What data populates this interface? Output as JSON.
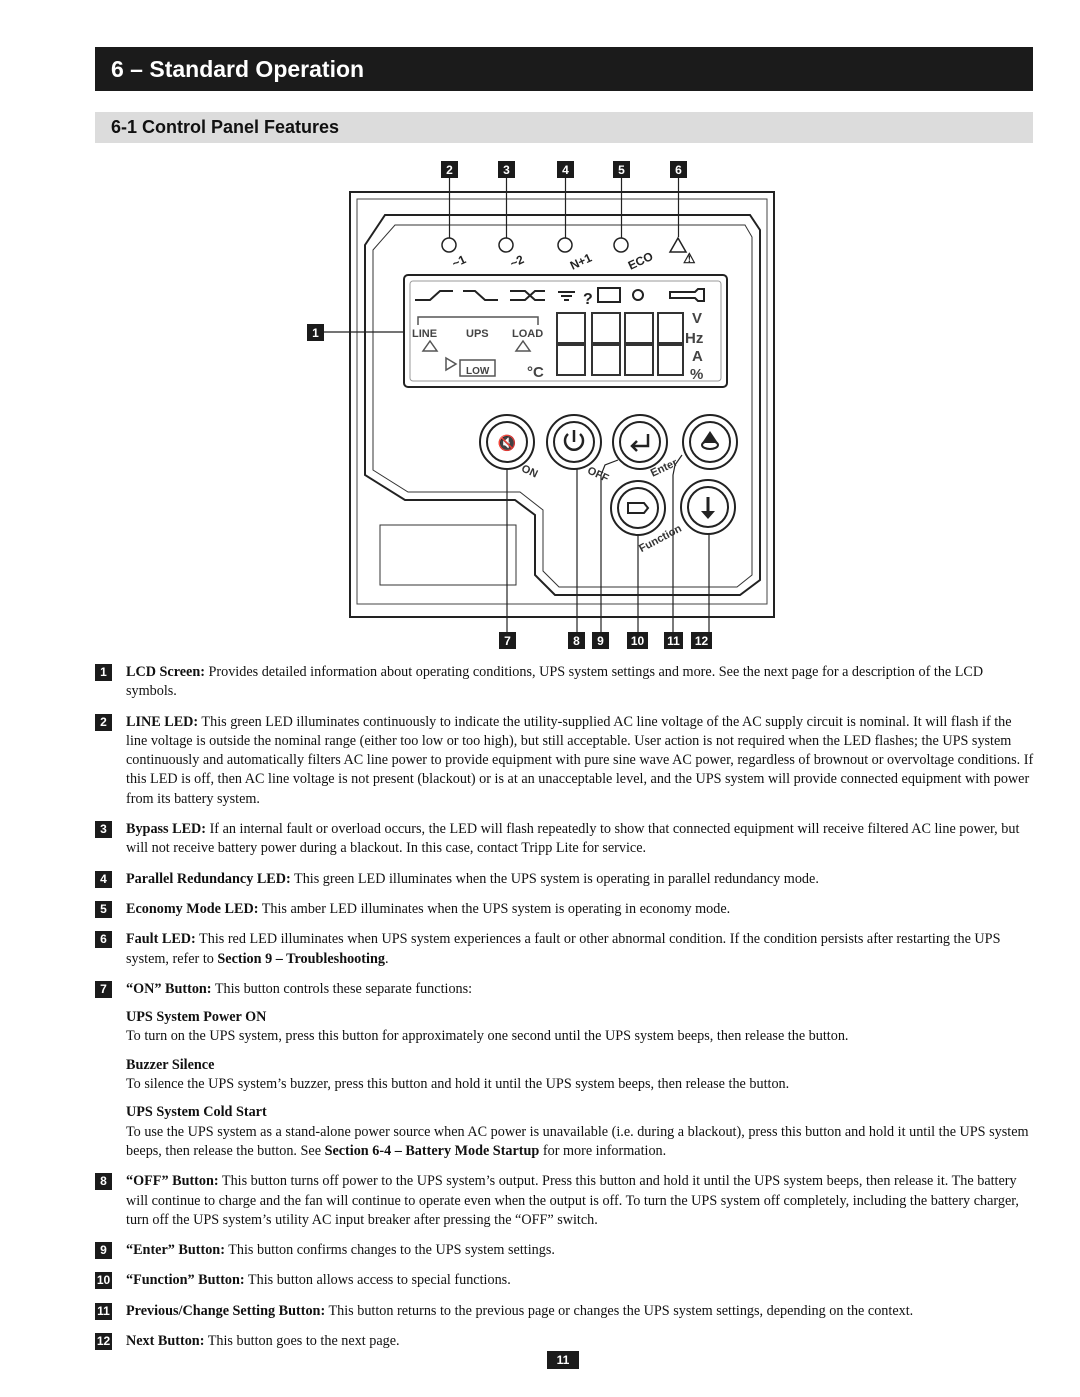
{
  "section_title": "6 – Standard Operation",
  "subsection_title": "6-1 Control Panel Features",
  "diagram": {
    "callouts_top": [
      "2",
      "3",
      "4",
      "5",
      "6"
    ],
    "callout_left": "1",
    "callouts_bottom": [
      "7",
      "8",
      "9",
      "10",
      "11",
      "12"
    ],
    "led_labels": [
      "1",
      "2",
      "N+1",
      "ECO"
    ],
    "lcd": {
      "line": "LINE",
      "ups": "UPS",
      "load": "LOAD",
      "low": "LOW",
      "temp": "°C",
      "units": [
        "V",
        "Hz",
        "A",
        "%"
      ]
    },
    "button_labels": {
      "on": "ON",
      "off": "OFF",
      "enter": "Enter",
      "function": "Function"
    }
  },
  "items": [
    {
      "num": "1",
      "bold": "LCD Screen:",
      "text": " Provides detailed information about operating conditions, UPS system settings and more. See the next page for a description of the LCD symbols."
    },
    {
      "num": "2",
      "bold": "LINE LED:",
      "text": " This green LED illuminates continuously to indicate the utility-supplied AC line voltage of the AC supply circuit is nominal. It will flash if the line voltage is outside the nominal range (either too low or too high), but still acceptable. User action is not required when the LED flashes; the UPS system continuously and automatically filters AC line power to provide equipment with pure sine wave AC power, regardless of brownout or overvoltage conditions. If this LED is off, then AC line voltage is not present (blackout) or is at an unacceptable level, and the UPS system will provide connected equipment with power from its battery system."
    },
    {
      "num": "3",
      "bold": "Bypass LED:",
      "text": " If an internal fault or overload occurs, the LED will flash repeatedly to show that connected equipment will receive filtered AC line power, but will not receive battery power during a blackout. In this case, contact Tripp Lite for service."
    },
    {
      "num": "4",
      "bold": "Parallel Redundancy LED:",
      "text": " This green LED illuminates when the UPS system is operating in parallel redundancy mode."
    },
    {
      "num": "5",
      "bold": "Economy Mode LED:",
      "text": " This amber LED illuminates when the UPS system is operating in economy mode."
    },
    {
      "num": "6",
      "bold": "Fault LED:",
      "text": " This red LED illuminates when UPS system experiences a fault or other abnormal condition. If the condition persists after restarting the UPS system, refer to ",
      "bold2": "Section 9 – Troubleshooting",
      "text2": "."
    },
    {
      "num": "7",
      "bold": "“ON” Button:",
      "text": " This button controls these separate functions:"
    },
    {
      "num": "8",
      "bold": "“OFF” Button:",
      "text": " This button turns off power to the UPS system’s output. Press this button and hold it until the UPS system beeps, then release it. The battery will continue to charge and the fan will continue to operate even when the output is off. To turn the UPS system off completely, including the battery charger, turn off the UPS system’s utility AC input breaker after pressing the “OFF” switch."
    },
    {
      "num": "9",
      "bold": "“Enter” Button:",
      "text": " This button confirms changes to the UPS system settings."
    },
    {
      "num": "10",
      "bold": "“Function” Button:",
      "text": " This button allows access to special functions."
    },
    {
      "num": "11",
      "bold": "Previous/Change Setting Button:",
      "text": " This button returns to the previous page or changes the UPS system settings, depending on the context."
    },
    {
      "num": "12",
      "bold": "Next Button:",
      "text": " This button goes to the next page."
    }
  ],
  "on_button_functions": [
    {
      "title": "UPS System Power ON",
      "text": "To turn on the UPS system, press this button for approximately one second until the UPS system beeps, then release the button."
    },
    {
      "title": "Buzzer Silence",
      "text": "To silence the UPS system’s buzzer, press this button and hold it until the UPS system beeps, then release the button."
    },
    {
      "title": "UPS System Cold Start",
      "text": "To use the UPS system as a stand-alone power source when AC power is unavailable (i.e. during a blackout), press this button and hold it until the UPS system beeps, then release the button. See ",
      "bold": "Section 6-4 – Battery Mode Startup",
      "text2": " for more information."
    }
  ],
  "page_number": "11"
}
